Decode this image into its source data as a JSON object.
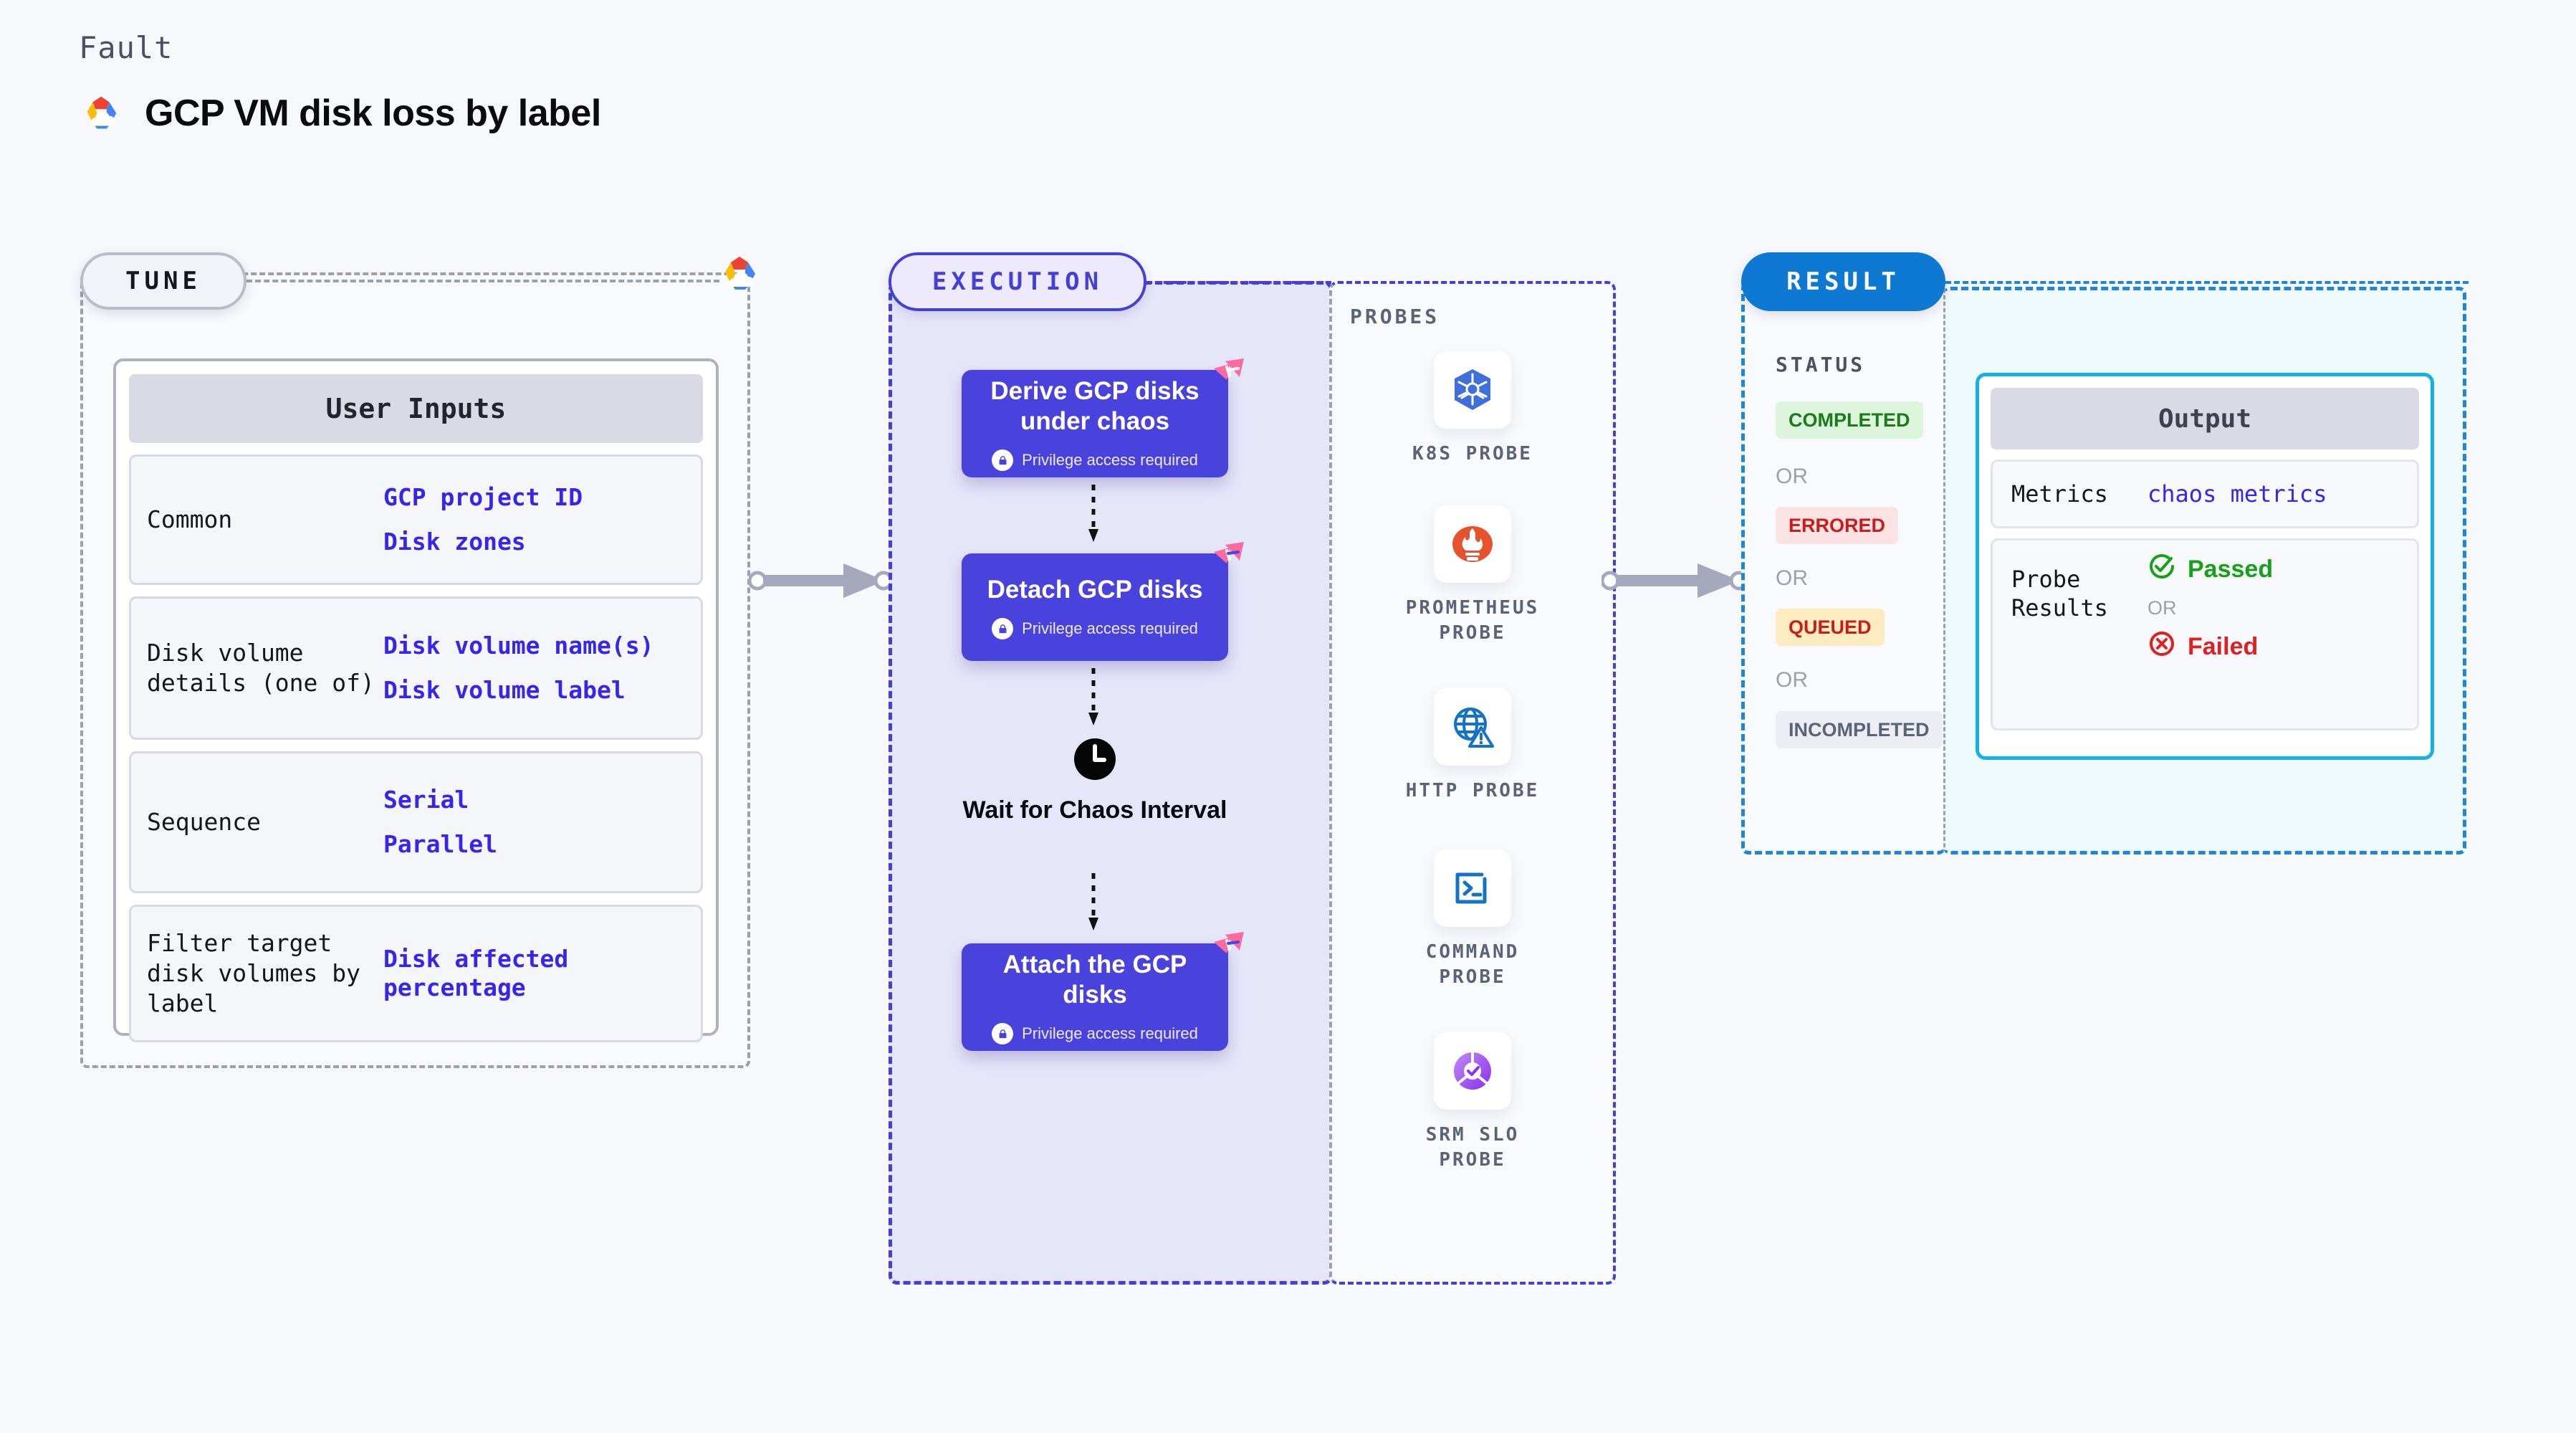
{
  "header": {
    "kicker": "Fault",
    "title": "GCP VM disk loss by label",
    "logo_icon": "gcp-logo-icon"
  },
  "tune": {
    "pill_label": "TUNE",
    "corner_logo_icon": "gcp-logo-icon",
    "card_title": "User Inputs",
    "rows": [
      {
        "label": "Common",
        "values": [
          "GCP project ID",
          "Disk zones"
        ]
      },
      {
        "label": "Disk volume details (one of)",
        "values": [
          "Disk volume name(s)",
          "Disk volume label"
        ]
      },
      {
        "label": "Sequence",
        "values": [
          "Serial",
          "Parallel"
        ]
      },
      {
        "label": "Filter target disk volumes by label",
        "values": [
          "Disk affected percentage"
        ]
      }
    ]
  },
  "execution": {
    "pill_label": "EXECUTION",
    "steps": [
      {
        "title": "Derive GCP disks under chaos",
        "privilege": "Privilege access required",
        "badge_icon": "litmus-ribbon-icon",
        "lock_icon": "lock-icon"
      },
      {
        "title": "Detach GCP disks",
        "privilege": "Privilege access required",
        "badge_icon": "litmus-ribbon-icon",
        "lock_icon": "lock-icon"
      },
      {
        "title": "Attach the GCP disks",
        "privilege": "Privilege access required",
        "badge_icon": "litmus-ribbon-icon",
        "lock_icon": "lock-icon"
      }
    ],
    "wait": {
      "label": "Wait for Chaos Interval",
      "icon": "clock-icon"
    }
  },
  "probes": {
    "title": "PROBES",
    "items": [
      {
        "label": "K8S PROBE",
        "icon": "kubernetes-icon"
      },
      {
        "label": "PROMETHEUS PROBE",
        "icon": "prometheus-icon"
      },
      {
        "label": "HTTP PROBE",
        "icon": "globe-warning-icon"
      },
      {
        "label": "COMMAND PROBE",
        "icon": "terminal-icon"
      },
      {
        "label": "SRM SLO PROBE",
        "icon": "srm-slo-icon"
      }
    ]
  },
  "result": {
    "pill_label": "RESULT",
    "status_title": "STATUS",
    "or_label": "OR",
    "statuses": [
      {
        "label": "COMPLETED",
        "color": "#197b19",
        "bg": "#ddf4dd"
      },
      {
        "label": "ERRORED",
        "color": "#c91d1d",
        "bg": "#fbe3e3"
      },
      {
        "label": "QUEUED",
        "color": "#c91d1d",
        "bg": "#fcecc0"
      },
      {
        "label": "INCOMPLETED",
        "color": "#5c6376",
        "bg": "#eceef4"
      }
    ],
    "output": {
      "title": "Output",
      "metrics_label": "Metrics",
      "metrics_value": "chaos metrics",
      "probe_results_label": "Probe Results",
      "passed_label": "Passed",
      "failed_label": "Failed",
      "or_label": "OR",
      "passed_icon": "check-circle-icon",
      "failed_icon": "x-circle-icon"
    }
  },
  "colors": {
    "accent_indigo": "#4a42dd",
    "accent_blue": "#0d79d3",
    "accent_cyan": "#14b1e7",
    "value_blue": "#3725ec",
    "ribbon_pink": "#fb6ba0"
  }
}
